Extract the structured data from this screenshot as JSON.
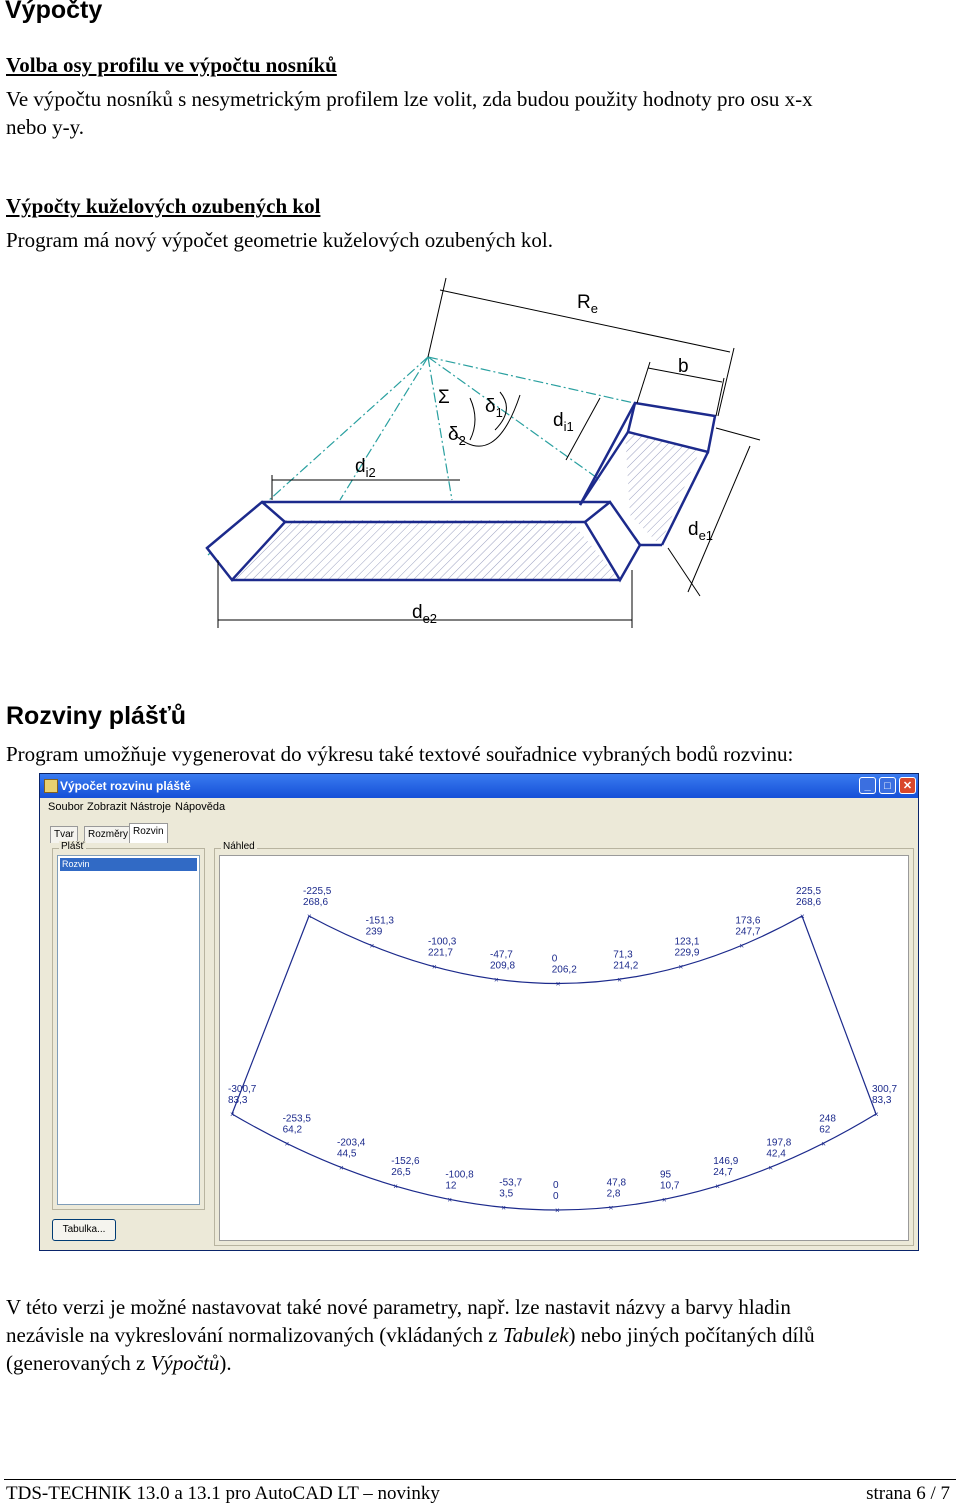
{
  "title": "Výpočty",
  "s1": {
    "heading": "Volba osy profilu ve výpočtu nosníků",
    "line1": "Ve výpočtu nosníků s nesymetrickým profilem lze volit, zda budou použity hodnoty pro osu x-x",
    "line2": "nebo y-y."
  },
  "s2": {
    "heading": "Výpočty kuželových ozubených kol",
    "text": "Program má nový výpočet geometrie kuželových ozubených kol."
  },
  "gear": {
    "labels": {
      "Re_base": "R",
      "Re_sub": "e",
      "b": "b",
      "Sigma": "Σ",
      "delta1_base": "δ",
      "delta1_sub": "1",
      "delta2_base": "δ",
      "delta2_sub": "2",
      "di1_base": "d",
      "di1_sub": "i1",
      "di2_base": "d",
      "di2_sub": "i2",
      "de1_base": "d",
      "de1_sub": "e1",
      "de2_base": "d",
      "de2_sub": "e2"
    }
  },
  "s3": {
    "heading": "Rozviny plášťů",
    "text": "Program umožňuje vygenerovat do výkresu také textové souřadnice vybraných bodů rozvinu:"
  },
  "window": {
    "title": "Výpočet rozvinu pláště",
    "menu": [
      "Soubor",
      "Zobrazit",
      "Nástroje",
      "Nápověda"
    ],
    "tabs": [
      "Tvar",
      "Rozměry",
      "Rozvin"
    ],
    "group_left": "Plášť",
    "list_item": "Rozvin",
    "group_right": "Náhled",
    "button": "Tabulka...",
    "btn_min": "_",
    "btn_max": "□",
    "btn_close": "✕"
  },
  "development": {
    "top_points": [
      {
        "x": "-225,5",
        "y": "268,6"
      },
      {
        "x": "-151,3",
        "y": "239"
      },
      {
        "x": "-100,3",
        "y": "221,7"
      },
      {
        "x": "-47,7",
        "y": "209,8"
      },
      {
        "x": "0",
        "y": "206,2"
      },
      {
        "x": "71,3",
        "y": "214,2"
      },
      {
        "x": "123,1",
        "y": "229,9"
      },
      {
        "x": "173,6",
        "y": "247,7"
      },
      {
        "x": "225,5",
        "y": "268,6"
      }
    ],
    "bottom_points": [
      {
        "x": "-300,7",
        "y": "83,3"
      },
      {
        "x": "-253,5",
        "y": "64,2"
      },
      {
        "x": "-203,4",
        "y": "44,5"
      },
      {
        "x": "-152,6",
        "y": "26,5"
      },
      {
        "x": "-100,8",
        "y": "12"
      },
      {
        "x": "-53,7",
        "y": "3,5"
      },
      {
        "x": "0",
        "y": "0"
      },
      {
        "x": "47,8",
        "y": "2,8"
      },
      {
        "x": "95",
        "y": "10,7"
      },
      {
        "x": "146,9",
        "y": "24,7"
      },
      {
        "x": "197,8",
        "y": "42,4"
      },
      {
        "x": "248",
        "y": "62"
      },
      {
        "x": "300,7",
        "y": "83,3"
      }
    ]
  },
  "s4": {
    "line1": "V této verzi je možné nastavovat také nové parametry, např. lze nastavit názvy a barvy hladin",
    "line2_a": "nezávisle na vykreslování normalizovaných (vkládaných z ",
    "line2_em": "Tabulek",
    "line2_b": ") nebo jiných počítaných dílů",
    "line3_a": "(generovaných z ",
    "line3_em": "Výpočtů",
    "line3_b": ")."
  },
  "footer": {
    "left": "TDS-TECHNIK 13.0 a 13.1 pro AutoCAD LT – novinky",
    "right": "strana 6 / 7"
  }
}
